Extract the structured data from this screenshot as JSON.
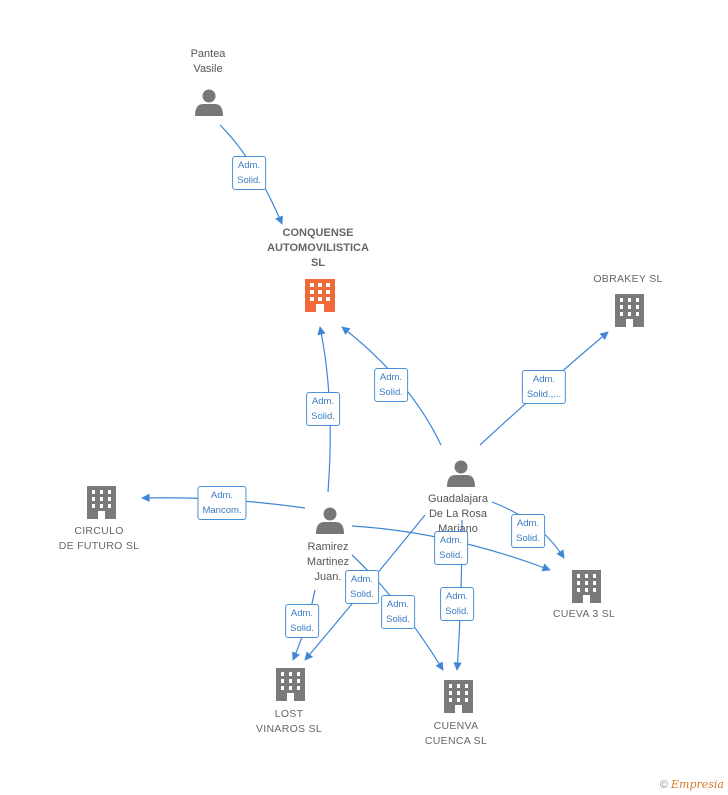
{
  "colors": {
    "edge": "#3f86d6",
    "company": "#7a7a7a",
    "main_company": "#f06a3c",
    "person": "#777777"
  },
  "nodes": {
    "pantea": {
      "label": "Pantea\nVasile",
      "icon": "person-icon"
    },
    "conquense": {
      "label": "CONQUENSE\nAUTOMOVILISTICA\nSL",
      "icon": "building-icon"
    },
    "obrakey": {
      "label": "OBRAKEY SL",
      "icon": "building-icon"
    },
    "guadalajara": {
      "label": "Guadalajara\nDe La Rosa\nMariano",
      "icon": "person-icon"
    },
    "circulo": {
      "label": "CIRCULO\nDE FUTURO SL",
      "icon": "building-icon"
    },
    "ramirez": {
      "label": "Ramirez\nMartinez\nJuan.",
      "icon": "person-icon"
    },
    "cueva3": {
      "label": "CUEVA 3  SL",
      "icon": "building-icon"
    },
    "lost": {
      "label": "LOST\nVINAROS  SL",
      "icon": "building-icon"
    },
    "cuenva": {
      "label": "CUENVA\nCUENCA  SL",
      "icon": "building-icon"
    }
  },
  "edges": {
    "e1": "Adm.\nSolid.",
    "e2": "Adm.\nSolid.",
    "e3": "Adm.\nSolid.",
    "e4": "Adm.\nSolid.,...",
    "e5": "Adm.\nMancom.",
    "e6": "Adm.\nSolid.",
    "e7": "Adm.\nSolid.",
    "e8": "Adm.\nSolid.",
    "e9": "Adm.\nSolid.",
    "e10": "Adm.\nSolid.",
    "e11": "Adm.\nSolid."
  },
  "footer": {
    "copyright": "©",
    "brand": "Empresia"
  }
}
